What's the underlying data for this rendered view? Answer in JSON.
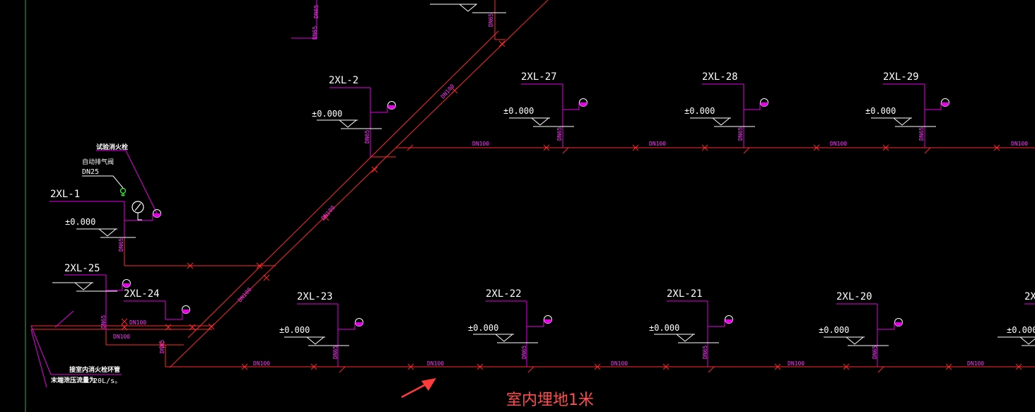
{
  "colors": {
    "background": "#000000",
    "pipe": "#ff2a2a",
    "leader": "#e600e6",
    "label": "#ffffff",
    "label_small": "#ff33ff",
    "edge_line": "#3fa34d",
    "vent_valve": "#33ff33",
    "gauge": "#ffffff",
    "arrow": "#ff3b3b",
    "note": "#ff4d4d"
  },
  "risers": {
    "r_2xl_1": "2XL-1",
    "r_2xl_2": "2XL-2",
    "r_2xl_27": "2XL-27",
    "r_2xl_28": "2XL-28",
    "r_2xl_29": "2XL-29",
    "r_2xl_25": "2XL-25",
    "r_2xl_24": "2XL-24",
    "r_2xl_23": "2XL-23",
    "r_2xl_22": "2XL-22",
    "r_2xl_21": "2XL-21",
    "r_2xl_20": "2XL-20",
    "r_2xl_cut": "2X"
  },
  "labels": {
    "elevation": "±0.000",
    "dn65": "DN65",
    "dn100": "DN100",
    "dn25": "DN25",
    "exp_hydrant": "试验消火栓",
    "auto_vent": "自动排气阀",
    "connect_note_1": "接室内消火栓环管",
    "connect_note_2": "末端泄压流量为",
    "flow": "20L/s。"
  },
  "note": "室内埋地1米"
}
